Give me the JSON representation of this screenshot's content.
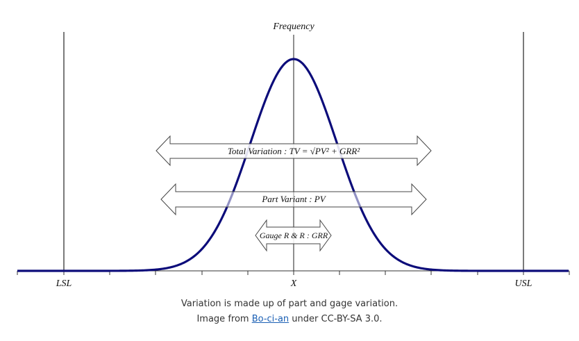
{
  "figure": {
    "y_axis_label": "Frequency",
    "lsl_label": "LSL",
    "mean_label": "X",
    "usl_label": "USL",
    "total_variation_label": "Total Variation : TV = √PV² + GRR²",
    "part_variant_label": "Part Variant : PV",
    "gauge_rr_label": "Gauge R & R : GRR",
    "curve_color": "#0c0c7a"
  },
  "caption": {
    "line1": "Variation is made up of part and gage variation.",
    "line2_prefix": "Image from ",
    "author_link": "Bo-ci-an",
    "line2_suffix": " under CC-BY-SA 3.0."
  }
}
